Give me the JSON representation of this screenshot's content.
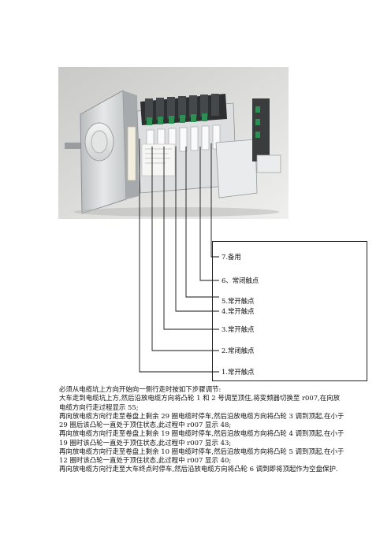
{
  "contacts": [
    {
      "label": "7.备用"
    },
    {
      "label": "6、常闭触点"
    },
    {
      "label": "5.常开触点"
    },
    {
      "label": "4.常开触点"
    },
    {
      "label": "3.常开触点"
    },
    {
      "label": "2.常闭触点"
    },
    {
      "label": "1.常开触点"
    }
  ],
  "instructions": {
    "intro": "必须从电缆坑上方向开始向一侧行走时按如下步骤调节:",
    "steps": [
      "大车走到电缆坑上方,然后沿放电缆方向将凸轮 1 和 2 号调至顶住,将变频器切换至 r007,在向放电缆方向行走过程显示 55;",
      "再向放电缆方向行走至卷盘上剩余 29 圈电缆时停车,然后沿放电缆方向将凸轮 3 调到顶起,在小于 29 圈后该凸轮一直处于顶住状态,此过程中 r007 显示 48;",
      "再向放电缆方向行走至卷盘上剩余 19 圈电缆时停车,然后沿放电缆方向将凸轮 4 调到顶起,在小于 19 圈时该凸轮一直处于顶住状态,此过程中 r007 显示 43;",
      "再向放电缆方向行走至卷盘上剩余 10 圈电缆时停车,然后沿放电缆方向将凸轮 5 调到顶起,在小于 12 圈时该凸轮一直处于顶住状态,此过程中 r007 显示 40;",
      "再向放电缆方向行走至大车终点时停车,然后沿放电缆方向将凸轮 6 调到即将顶起作为空盘保护."
    ]
  }
}
